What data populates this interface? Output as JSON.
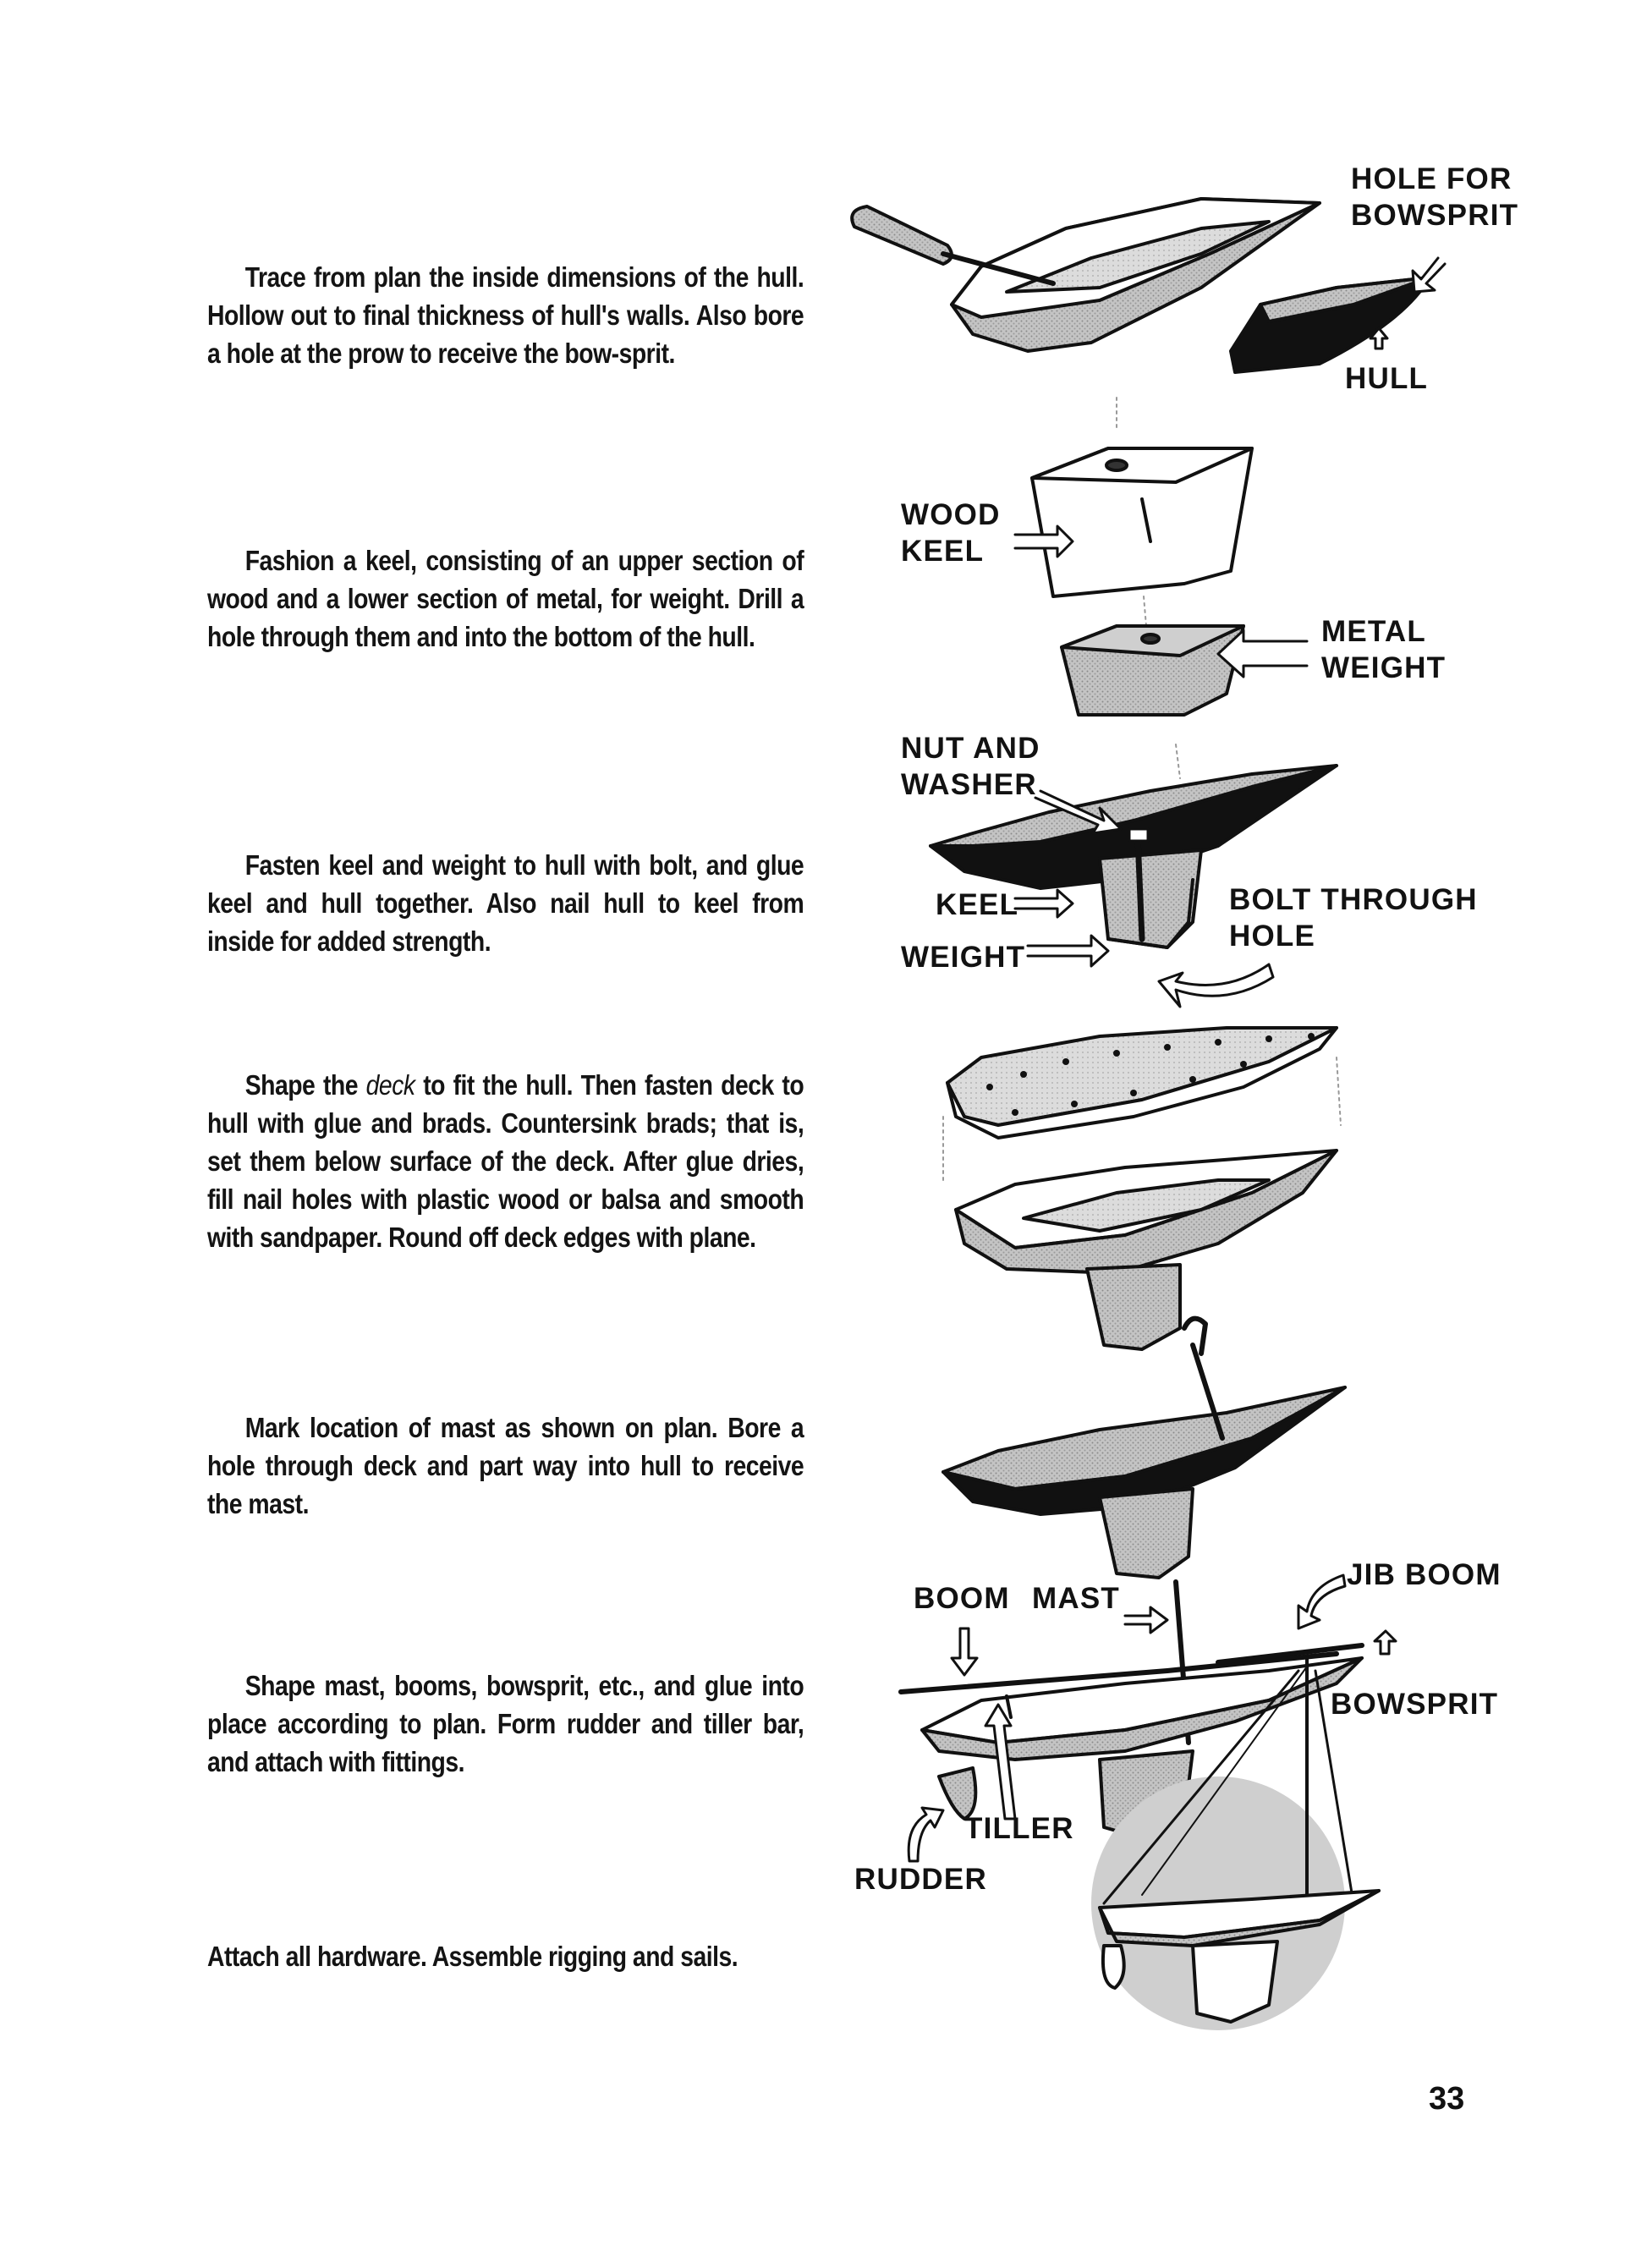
{
  "steps": [
    {
      "text": "Trace from plan the inside dimensions of the hull. Hollow out to final thickness of hull's walls. Also bore a hole at the prow to receive the bow-sprit."
    },
    {
      "text": "Fashion a keel, consisting of an upper section of wood and a lower section of metal, for weight. Drill a hole through them and into the bottom of the hull."
    },
    {
      "text": "Fasten keel and weight to hull with bolt, and glue keel and hull together. Also nail hull to keel from inside for added strength."
    },
    {
      "text_before": "Shape the ",
      "text_italic": "deck",
      "text_after": " to fit the hull. Then fasten deck to hull with glue and brads. Countersink brads; that is, set them below surface of the deck. After glue dries, fill nail holes with plastic wood or balsa and smooth with sandpaper. Round off deck edges with plane."
    },
    {
      "text": "Mark location of mast as shown on plan. Bore a hole through deck and part way into hull to receive the mast."
    },
    {
      "text": "Shape mast, booms, bowsprit, etc., and glue into place according to plan. Form rudder and tiller bar, and attach with fittings."
    },
    {
      "text": "Attach all hardware. Assemble rigging and sails."
    }
  ],
  "labels": {
    "hole_for_bowsprit": [
      "HOLE FOR",
      "BOWSPRIT"
    ],
    "hull": "HULL",
    "wood_keel": [
      "WOOD",
      "KEEL"
    ],
    "metal_weight": [
      "METAL",
      "WEIGHT"
    ],
    "nut_and_washer": [
      "NUT AND",
      "WASHER"
    ],
    "keel": "KEEL",
    "weight": "WEIGHT",
    "bolt_through_hole": [
      "BOLT THROUGH",
      "HOLE"
    ],
    "boom": "BOOM",
    "mast": "MAST",
    "jib_boom": "JIB BOOM",
    "bowsprit": "BOWSPRIT",
    "tiller": "TILLER",
    "rudder": "RUDDER"
  },
  "page_number": "33"
}
